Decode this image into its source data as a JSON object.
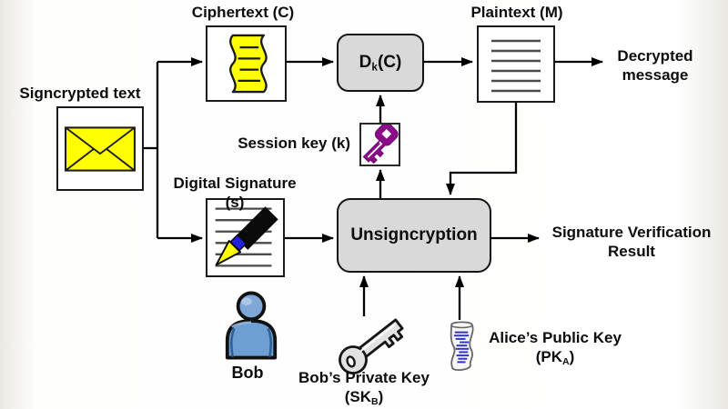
{
  "nodes": {
    "signcrypted": {
      "label": "Signcrypted text"
    },
    "ciphertext": {
      "label": "Ciphertext (C)"
    },
    "plaintext": {
      "label": "Plaintext (M)"
    },
    "dk": {
      "pre": "D",
      "sub": "k",
      "post": "(C)"
    },
    "session_key": {
      "label": "Session key (k)"
    },
    "digital_signature": {
      "label": "Digital Signature (s)"
    },
    "unsigncryption": {
      "label": "Unsigncryption"
    },
    "decrypted_message": {
      "line1": "Decrypted",
      "line2": "message"
    },
    "signature_verification": {
      "line1": "Signature Verification",
      "line2": "Result"
    },
    "bob": {
      "label": "Bob"
    },
    "bob_private_key": {
      "label": "Bob’s Private Key",
      "pre": "(SK",
      "sub": "B",
      "post": ")"
    },
    "alice_public_key": {
      "label": "Alice’s Public Key",
      "pre": "(PK",
      "sub": "A",
      "post": ")"
    }
  },
  "colors": {
    "document_yellow": "#ffff00",
    "process_box_gray": "#d9d9d9",
    "session_key_purple": "#8b0b8b",
    "person_blue": "#6e9fd4",
    "scroll_line_blue": "#3535c5",
    "pen_band_blue": "#2222dd",
    "line_black": "#000000"
  }
}
